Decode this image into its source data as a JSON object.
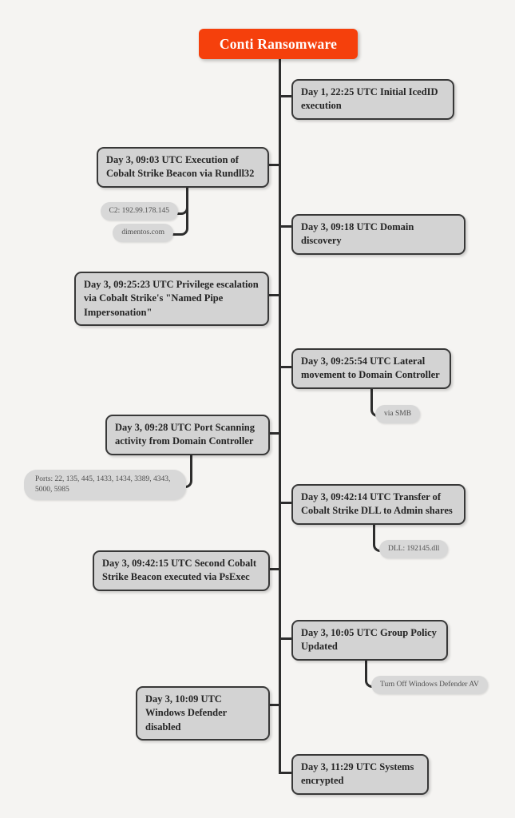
{
  "header": {
    "title": "Conti Ransomware"
  },
  "colors": {
    "background": "#f5f4f2",
    "root_bg": "#f5400c",
    "root_text": "#ffffff",
    "node_bg": "#d3d3d3",
    "node_border": "#383838",
    "node_text": "#242424",
    "pill_bg": "#d8d8d8",
    "pill_text": "#4f4f4f",
    "line": "#2d2d2d"
  },
  "events": [
    {
      "side": "right",
      "label": "Day 1, 22:25 UTC Initial IcedID execution",
      "children": []
    },
    {
      "side": "left",
      "label": "Day 3, 09:03 UTC Execution of Cobalt Strike Beacon via Rundll32",
      "children": [
        {
          "label": "C2: 192.99.178.145"
        },
        {
          "label": "dimentos.com"
        }
      ]
    },
    {
      "side": "right",
      "label": "Day 3, 09:18 UTC Domain discovery",
      "children": []
    },
    {
      "side": "left",
      "label": "Day 3, 09:25:23 UTC Privilege escalation via Cobalt Strike's \"Named Pipe Impersonation\"",
      "children": []
    },
    {
      "side": "right",
      "label": "Day 3, 09:25:54 UTC Lateral movement to Domain Controller",
      "children": [
        {
          "label": "via SMB"
        }
      ]
    },
    {
      "side": "left",
      "label": "Day 3, 09:28 UTC Port Scanning activity from Domain Controller",
      "children": [
        {
          "label": "Ports: 22, 135, 445, 1433, 1434, 3389, 4343, 5000, 5985"
        }
      ]
    },
    {
      "side": "right",
      "label": "Day 3, 09:42:14 UTC Transfer of Cobalt Strike DLL to Admin shares",
      "children": [
        {
          "label": "DLL: 192145.dll"
        }
      ]
    },
    {
      "side": "left",
      "label": "Day 3, 09:42:15 UTC Second Cobalt Strike Beacon executed via PsExec",
      "children": []
    },
    {
      "side": "right",
      "label": "Day 3, 10:05 UTC Group Policy Updated",
      "children": [
        {
          "label": "Turn Off Windows Defender AV"
        }
      ]
    },
    {
      "side": "left",
      "label": "Day 3, 10:09 UTC Windows Defender disabled",
      "children": []
    },
    {
      "side": "right",
      "label": "Day 3, 11:29 UTC Systems encrypted",
      "children": []
    }
  ]
}
